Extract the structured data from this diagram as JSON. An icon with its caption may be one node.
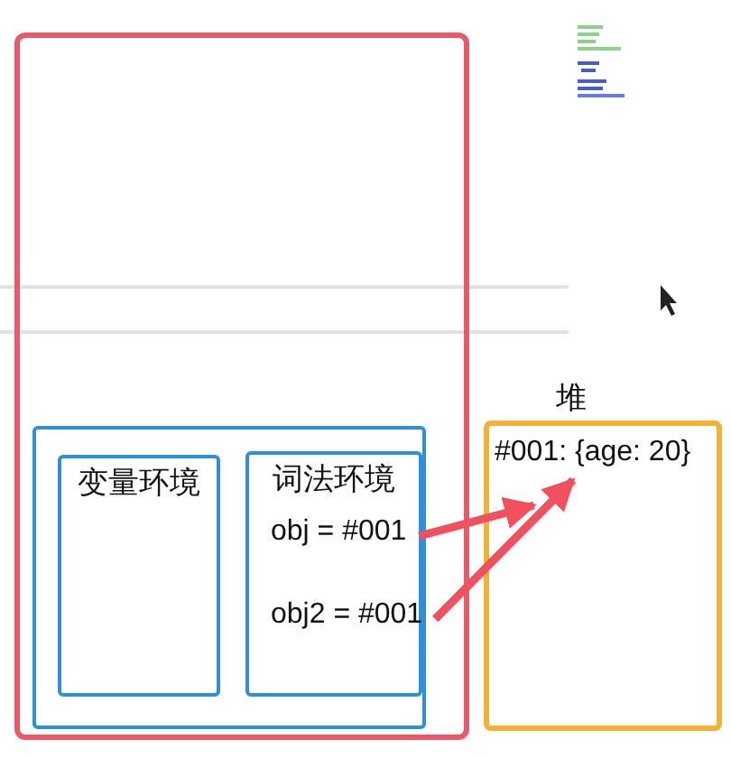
{
  "diagram": {
    "nodes": [
      {
        "text": [],
        "shape": "box"
      },
      {
        "text": [],
        "shape": "box",
        "in": 0
      },
      {
        "text": [
          "变量环境"
        ],
        "in": 1
      },
      {
        "text": [
          "词法环境"
        ],
        "in": 1
      },
      {
        "text": [
          "obj = #001"
        ],
        "in": 3
      },
      {
        "text": [
          "obj2 = #001"
        ],
        "in": 3
      },
      {
        "text": [
          "堆"
        ]
      },
      {
        "text": [
          "#001: {age: 20}"
        ],
        "in": 6
      }
    ],
    "edges": [
      {
        "from": 4,
        "to": 7,
        "arrow": "to"
      },
      {
        "from": 5,
        "to": 7,
        "arrow": "to"
      }
    ]
  }
}
